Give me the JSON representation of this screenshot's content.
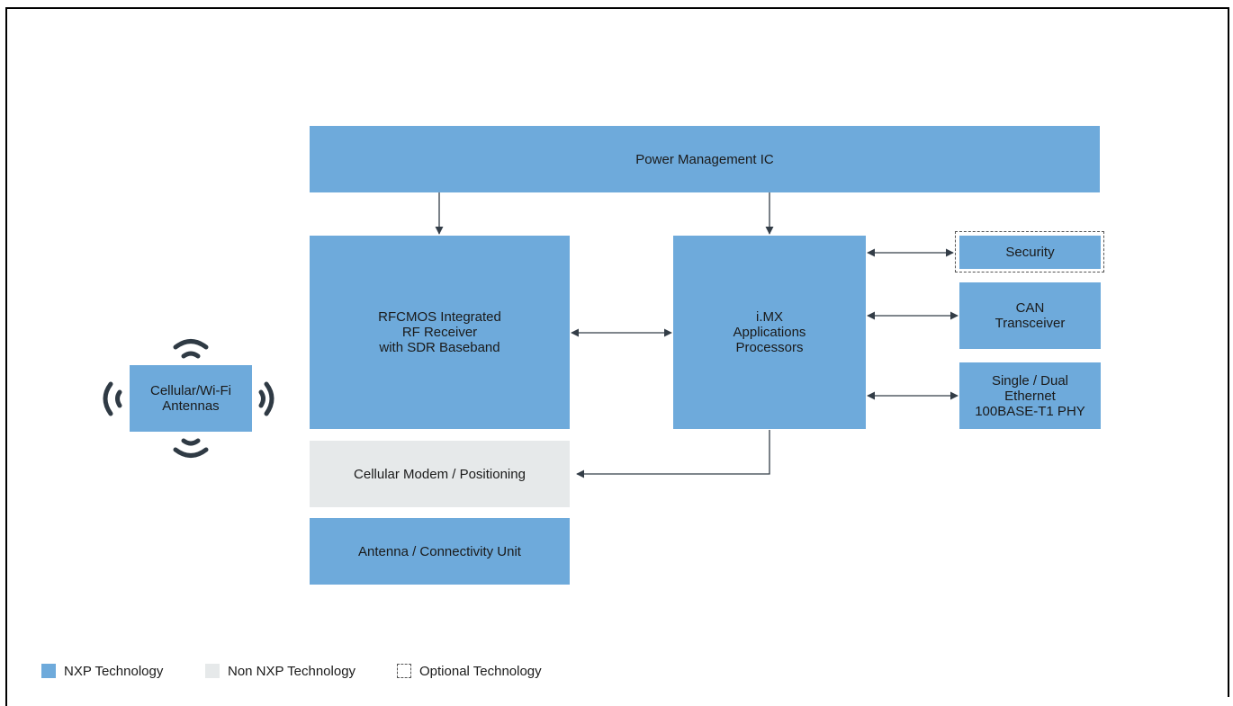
{
  "blocks": {
    "pmic": "Power Management IC",
    "rf_receiver": "RFCMOS Integrated\nRF Receiver\nwith SDR Baseband",
    "imx": "i.MX\nApplications\nProcessors",
    "security": "Security",
    "can": "CAN\nTransceiver",
    "ethernet": "Single / Dual\nEthernet\n100BASE-T1 PHY",
    "cellular_modem": "Cellular Modem / Positioning",
    "antenna_unit": "Antenna / Connectivity Unit",
    "antennas": "Cellular/Wi-Fi\nAntennas"
  },
  "legend": {
    "nxp": "NXP Technology",
    "non_nxp": "Non NXP Technology",
    "optional": "Optional Technology"
  },
  "colors": {
    "nxp": "#6eaadb",
    "non_nxp": "#e6e9ea",
    "line": "#333d47",
    "antenna_wave": "#2f3a44"
  }
}
